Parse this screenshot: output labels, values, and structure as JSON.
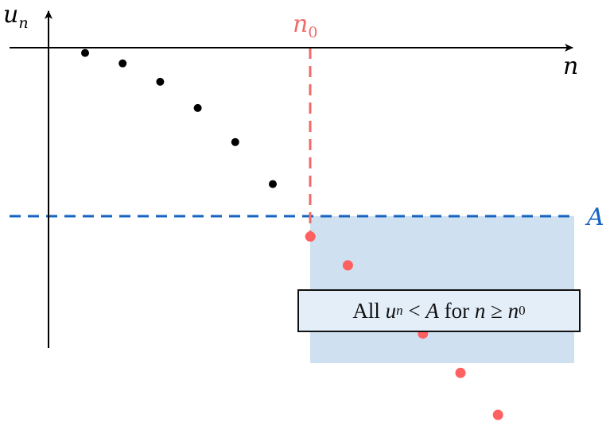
{
  "axes": {
    "x_label": "n",
    "y_label_base": "u",
    "y_label_sub": "n"
  },
  "threshold": {
    "label": "A",
    "color": "#1565c0",
    "region_color": "#cfe0f1"
  },
  "n0_marker": {
    "label_base": "n",
    "label_sub": "0",
    "color": "#f06a6a"
  },
  "sequence": {
    "before_n0_color": "#000000",
    "after_n0_color": "#ff6060",
    "before_n0": [
      -0.2,
      -0.6,
      -1.3,
      -2.3,
      -3.6,
      -5.2
    ],
    "after_n0": [
      -7.2,
      -8.3,
      -9.6,
      -10.9,
      -12.4,
      -14.0
    ]
  },
  "annotation": {
    "prefix": "All ",
    "u": "u",
    "u_sub": "n",
    "lt": " < ",
    "A": "A",
    "for": " for ",
    "n": "n",
    "geq": " ≥ ",
    "n0": "n",
    "n0_sub": "0"
  }
}
